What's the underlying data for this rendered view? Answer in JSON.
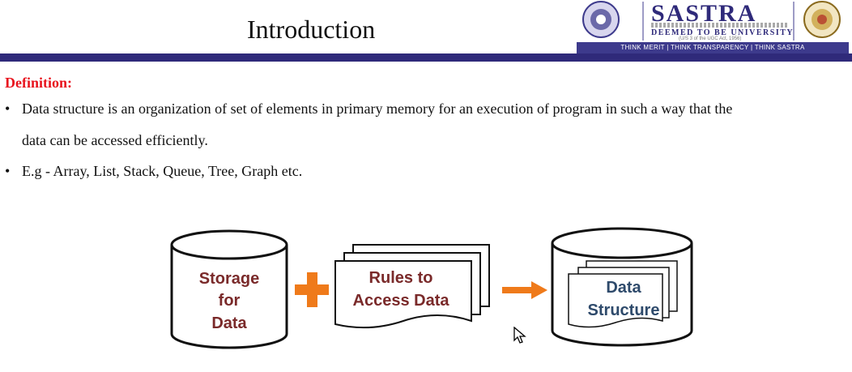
{
  "header": {
    "title": "Introduction",
    "logo": {
      "name": "SASTRA",
      "deemed": "DEEMED TO BE UNIVERSITY",
      "small": "(U/S 3 of the UGC Act, 1956)",
      "tagline": "THINK MERIT | THINK TRANSPARENCY | THINK SASTRA"
    }
  },
  "colors": {
    "rule": "#2f2a7a",
    "definition_label": "#e8141e",
    "diagram_text_red": "#7a2a2a",
    "diagram_text_blue": "#2e4a6b",
    "plus_arrow": "#ef7a1a"
  },
  "definition": {
    "label": "Definition:",
    "bullets": [
      {
        "line1": "Data structure is an organization of set of elements in primary memory for an execution of program in such a way that the",
        "line2": "data can be accessed efficiently."
      },
      {
        "line1": "E.g - Array, List, Stack, Queue, Tree, Graph etc."
      }
    ]
  },
  "diagram": {
    "storage": [
      "Storage",
      "for",
      "Data"
    ],
    "plus_icon": "plus-icon",
    "rules": [
      "Rules to",
      "Access Data"
    ],
    "arrow_icon": "arrow-right-icon",
    "result": [
      "Data",
      "Structure"
    ]
  }
}
